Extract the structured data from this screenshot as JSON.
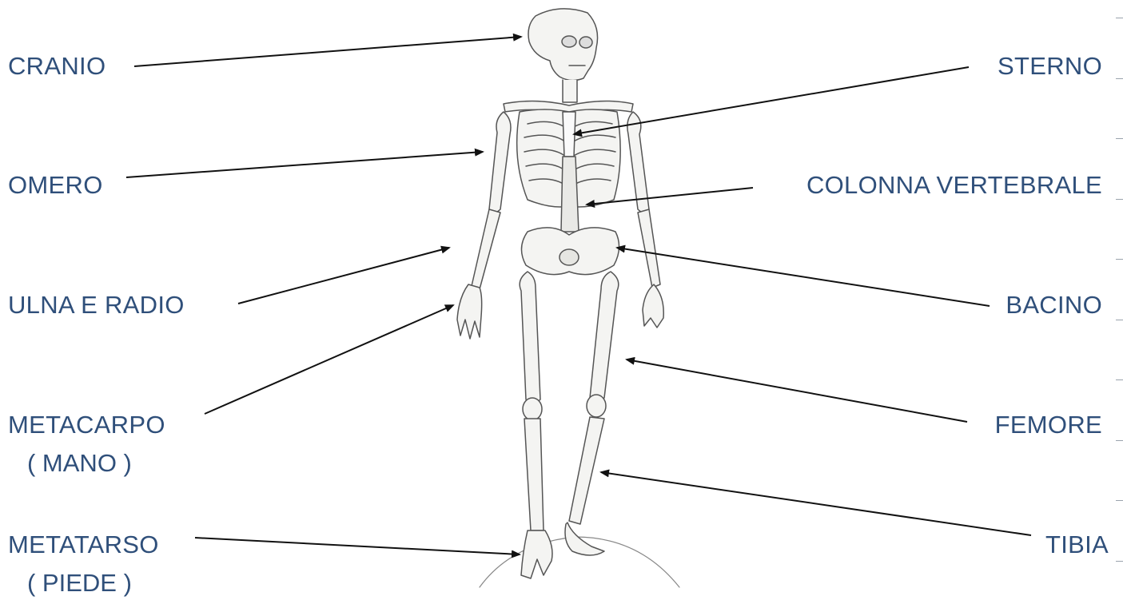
{
  "labels": {
    "cranio": "CRANIO",
    "omero": "OMERO",
    "ulna_radio": "ULNA  E  RADIO",
    "metacarpo": "METACARPO",
    "metacarpo_sub": "( MANO )",
    "metatarso": "METATARSO",
    "metatarso_sub": "( PIEDE )",
    "sterno": "STERNO",
    "colonna": "COLONNA  VERTEBRALE",
    "bacino": "BACINO",
    "femore": "FEMORE",
    "tibia": "TIBIA"
  },
  "colors": {
    "label": "#2f4f7a",
    "arrow": "#111111",
    "bone_stroke": "#555555"
  },
  "icons": {
    "skeleton": "skeleton-illustration"
  }
}
